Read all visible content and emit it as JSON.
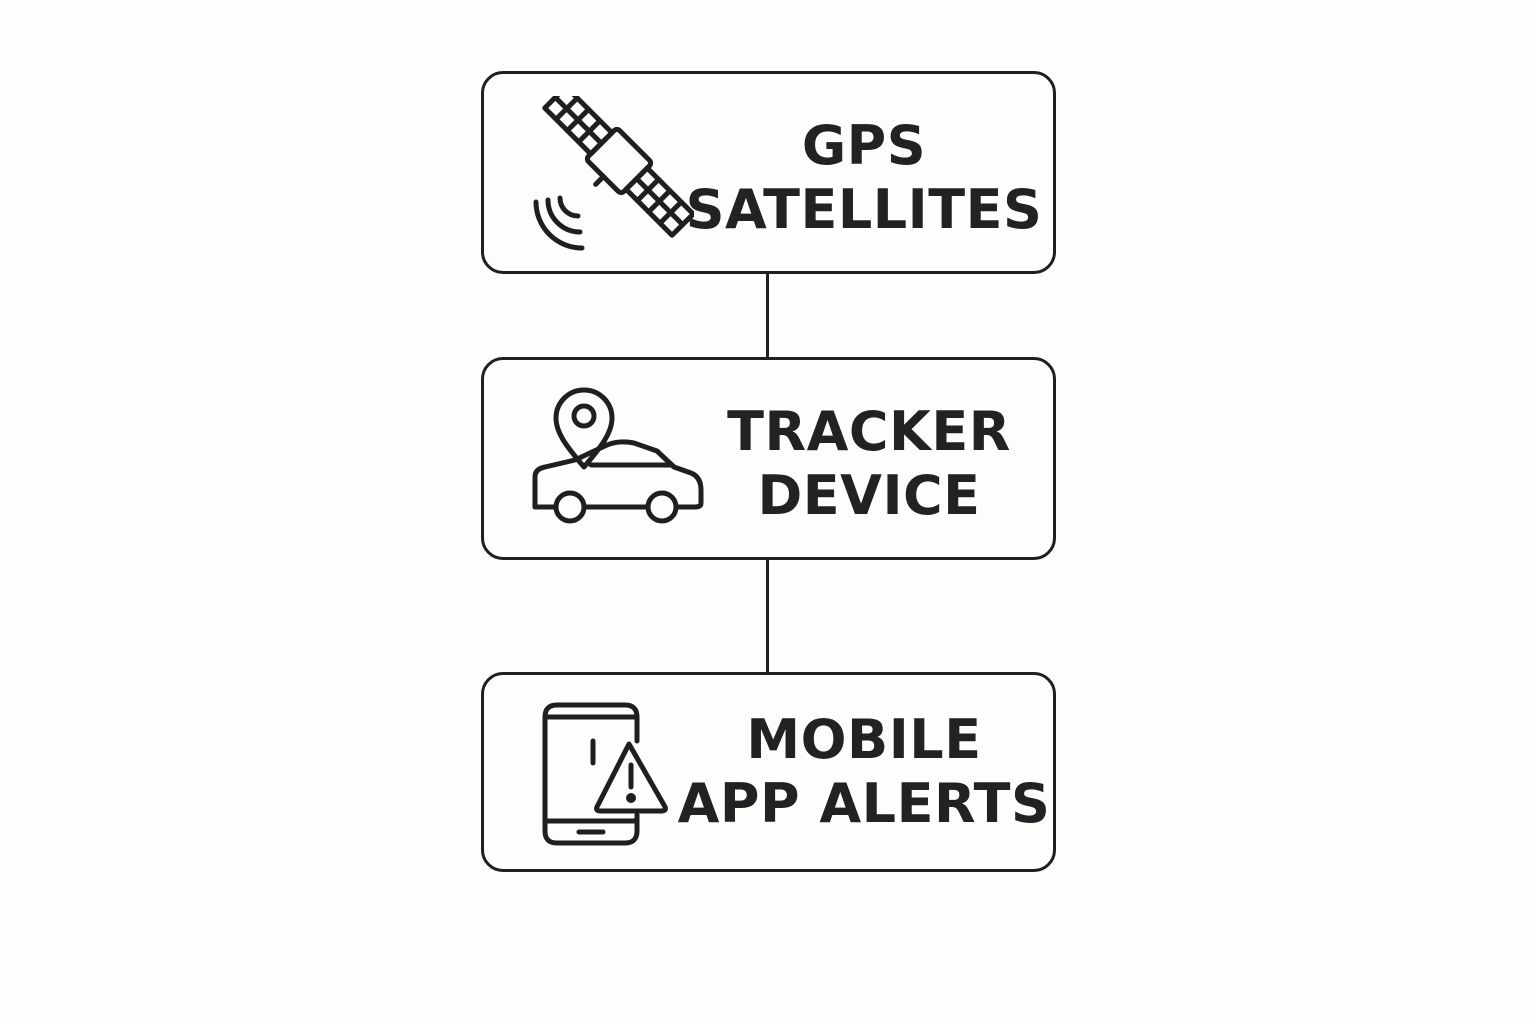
{
  "diagram": {
    "stroke_color": "#1f1f1f",
    "text_color": "#222222",
    "background": "#fdfdfc",
    "nodes": [
      {
        "icon": "satellite-icon",
        "lines": [
          "GPS",
          "SATELLITES"
        ]
      },
      {
        "icon": "car-location-pin-icon",
        "lines": [
          "TRACKER",
          "DEVICE"
        ]
      },
      {
        "icon": "phone-alert-icon",
        "lines": [
          "MOBILE",
          "APP ALERTS"
        ]
      }
    ]
  }
}
